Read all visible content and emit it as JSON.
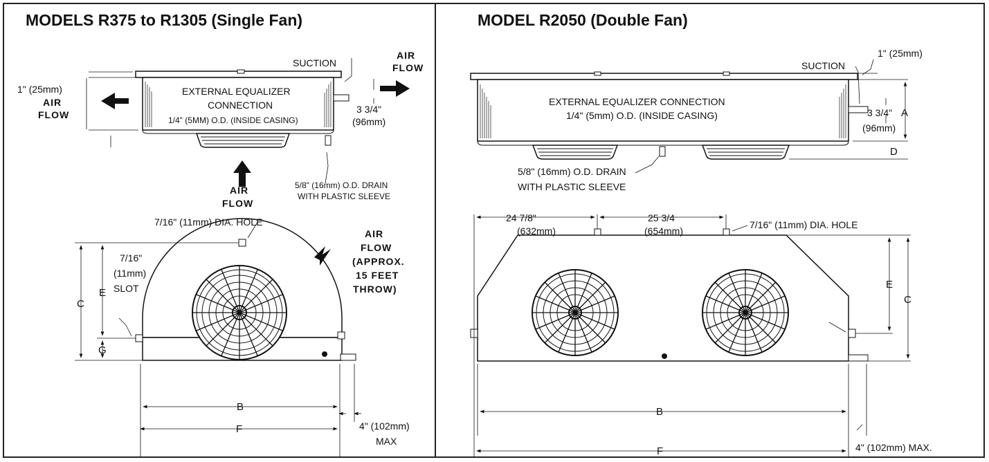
{
  "left": {
    "title": "MODELS R375 to R1305 (Single Fan)",
    "dim_top_offset": "1\" (25mm)",
    "suction": "SUCTION",
    "air_flow_right_1": "AIR",
    "air_flow_right_2": "FLOW",
    "air_flow_left_1": "AIR",
    "air_flow_left_2": "FLOW",
    "equalizer_1": "EXTERNAL EQUALIZER",
    "equalizer_2": "CONNECTION",
    "equalizer_3": "1/4\" (5MM) O.D. (INSIDE CASING)",
    "dim_height_1": "3 3/4\"",
    "dim_height_2": "(96mm)",
    "air_flow_bottom_1": "AIR",
    "air_flow_bottom_2": "FLOW",
    "drain_1": "5/8\" (16mm) O.D. DRAIN",
    "drain_2": "WITH PLASTIC SLEEVE",
    "hole": "7/16\" (11mm) DIA. HOLE",
    "slot_1": "7/16\"",
    "slot_2": "(11mm)",
    "slot_3": "SLOT",
    "throw_1": "AIR",
    "throw_2": "FLOW",
    "throw_3": "(APPROX.",
    "throw_4": "15 FEET",
    "throw_5": "THROW)",
    "dim_c": "C",
    "dim_e": "E",
    "dim_g": "G",
    "dim_b": "B",
    "dim_f": "F",
    "max_1": "4\" (102mm)",
    "max_2": "MAX"
  },
  "right": {
    "title": "MODEL R2050 (Double Fan)",
    "dim_top_offset": "1\" (25mm)",
    "suction": "SUCTION",
    "equalizer_1": "EXTERNAL EQUALIZER CONNECTION",
    "equalizer_2": "1/4\" (5mm) O.D. (INSIDE CASING)",
    "dim_height_1": "3 3/4\"",
    "dim_height_2": "(96mm)",
    "dim_a": "A",
    "dim_d": "D",
    "drain_1": "5/8\" (16mm) O.D. DRAIN",
    "drain_2": "WITH PLASTIC SLEEVE",
    "span1_1": "24 7/8\"",
    "span1_2": "(632mm)",
    "span2_1": "25 3/4",
    "span2_2": "(654mm)",
    "hole": "7/16\" (11mm) DIA. HOLE",
    "dim_e": "E",
    "dim_c": "C",
    "dim_b": "B",
    "dim_f": "F",
    "max": "4\" (102mm) MAX."
  }
}
